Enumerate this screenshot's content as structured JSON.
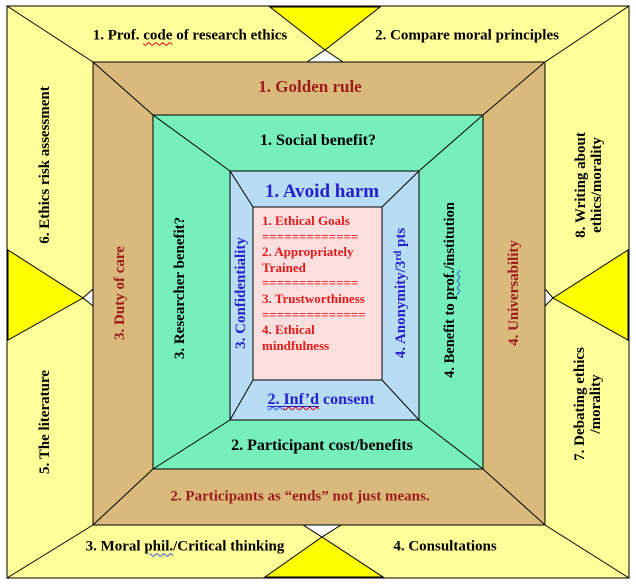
{
  "colors": {
    "outer_yellow": "#FFFF99",
    "accent_yellow": "#FFFF00",
    "tan": "#D9B97C",
    "green": "#76EFBC",
    "light_blue": "#B7DCF4",
    "pink": "#FBDFDF",
    "text_dark_red": "#9E1B1B",
    "text_blue": "#2323CC",
    "text_red": "#E31B1B",
    "line": "#000000"
  },
  "outer": {
    "top_left": {
      "pre": "1. Prof. ",
      "wavy": "code",
      "post": " of research ethics"
    },
    "top_right": "2. Compare moral principles",
    "bottom_left": {
      "pre": "3. Moral ",
      "wavy": "phil.",
      "post": "/Critical thinking"
    },
    "bottom_right": "4. Consultations",
    "left_top": "6. Ethics risk assessment",
    "left_bottom": "5. The literature",
    "right_top": {
      "line1": "8. Writing about",
      "line2": "ethics/morality"
    },
    "right_bottom": {
      "line1": "7. Debating ethics",
      "line2": "/morality"
    }
  },
  "ring2": {
    "top": "1. Golden rule",
    "bottom": "2. Participants as “ends” not just means.",
    "left": "3. Duty of care",
    "right": "4. Universability"
  },
  "ring3": {
    "top": "1. Social benefit?",
    "bottom": "2. Participant cost/benefits",
    "left": "3. Researcher benefit?",
    "right": {
      "pre": "4. Benefit to ",
      "wavy": "prof.",
      "post": "/institution"
    }
  },
  "ring4": {
    "top": "1. Avoid harm",
    "bottom": {
      "u1": "2. ",
      "u2": "Inf’d",
      "post": " consent"
    },
    "left": "3. Confidentiality",
    "right": {
      "pre": "4. Anonymity/3",
      "sup": "rd",
      "post": " pts"
    }
  },
  "center": {
    "lines": [
      "1. Ethical Goals",
      "=============",
      "2. Appropriately Trained",
      "=============",
      "3. Trustworthiness",
      "==============",
      "4. Ethical mindfulness"
    ]
  }
}
